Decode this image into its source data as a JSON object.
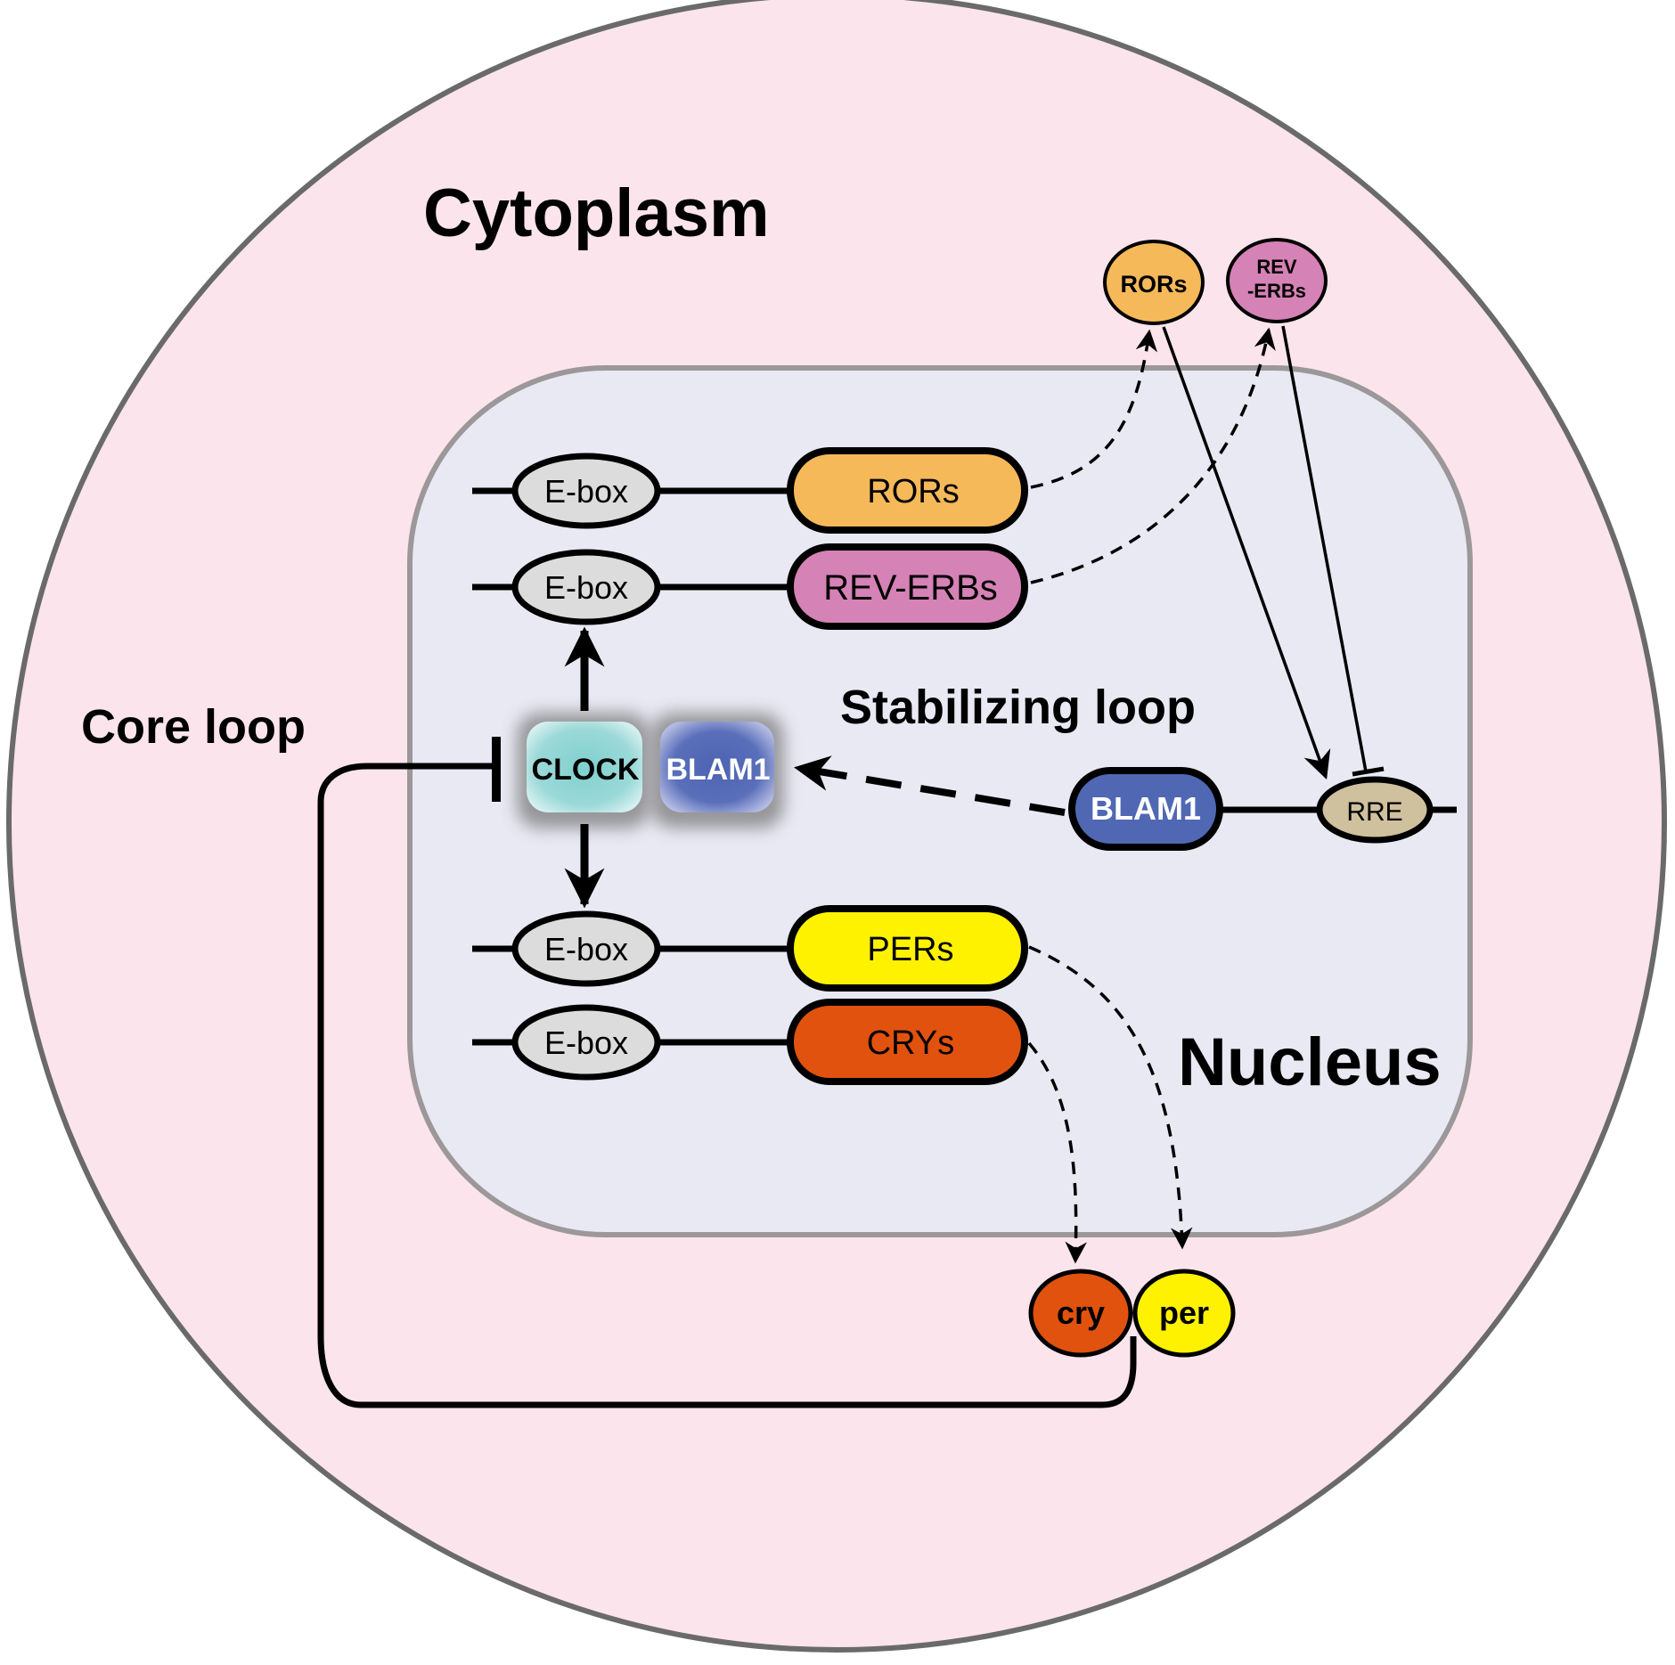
{
  "colors": {
    "cytoplasm_fill": "#fbe4ec",
    "cytoplasm_stroke": "#6a6a6a",
    "nucleus_fill": "#e9e9f4",
    "nucleus_stroke": "#9c9799",
    "ebox_fill": "#dcdcdc",
    "rors_fill": "#f5b95a",
    "reverbs_fill": "#d582b6",
    "pers_fill": "#fff200",
    "crys_fill": "#e0520e",
    "blam1_fill": "#5068b4",
    "rre_fill": "#cfc09e",
    "clock_fill": "#88d3d3",
    "line": "#000000"
  },
  "compartments": {
    "cytoplasm_label": "Cytoplasm",
    "nucleus_label": "Nucleus"
  },
  "loops": {
    "core_loop_label": "Core loop",
    "stabilizing_loop_label": "Stabilizing loop"
  },
  "gene_rows": [
    {
      "promoter": "E-box",
      "gene": "RORs"
    },
    {
      "promoter": "E-box",
      "gene": "REV-ERBs"
    },
    {
      "promoter": "E-box",
      "gene": "PERs"
    },
    {
      "promoter": "E-box",
      "gene": "CRYs"
    }
  ],
  "complex": {
    "clock": "CLOCK",
    "blam1": "BLAM1"
  },
  "rre_row": {
    "gene": "BLAM1",
    "element": "RRE"
  },
  "cytoplasmic_proteins": {
    "rors": "RORs",
    "reverbs_line1": "REV",
    "reverbs_line2": "-ERBs",
    "cry": "cry",
    "per": "per"
  }
}
